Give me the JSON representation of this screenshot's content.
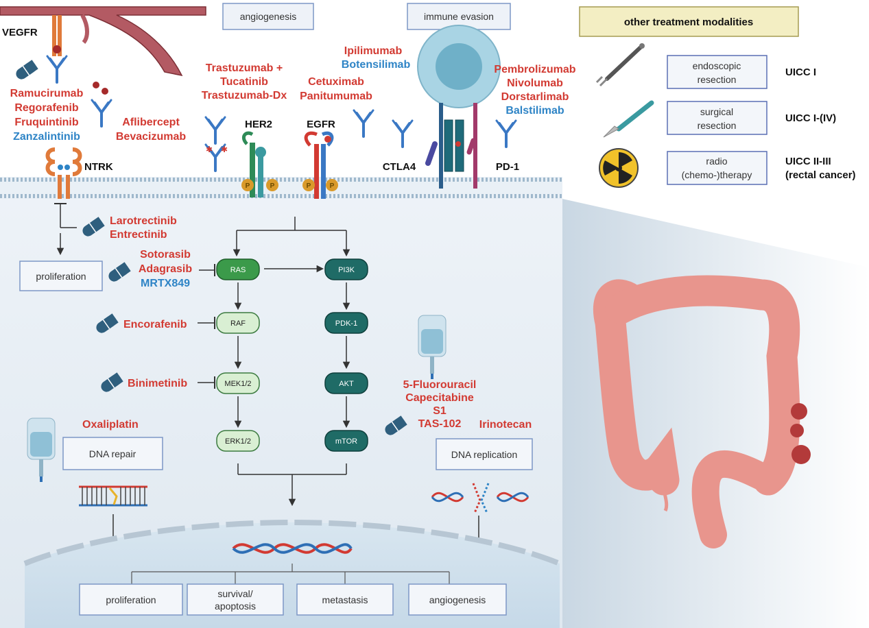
{
  "top_labels": {
    "angiogenesis": "angiogenesis",
    "immune_evasion": "immune evasion",
    "other_modalities": "other treatment modalities"
  },
  "receptors": {
    "vegfr": "VEGFR",
    "her2": "HER2",
    "egfr": "EGFR",
    "ntrk": "NTRK",
    "ctla4": "CTLA4",
    "pd1": "PD-1"
  },
  "phospho_label": "P",
  "drugs": {
    "vegfr_red": [
      "Ramucirumab",
      "Regorafenib",
      "Fruquintinib"
    ],
    "vegfr_blue": "Zanzalintinib",
    "vegf_trap": [
      "Aflibercept",
      "Bevacizumab"
    ],
    "her2": [
      "Trastuzumab +",
      "Tucatinib",
      "Trastuzumab-Dx"
    ],
    "egfr": [
      "Cetuximab",
      "Panitumumab"
    ],
    "ctla4_red": "Ipilimumab",
    "ctla4_blue": "Botensilimab",
    "pd1_red": [
      "Pembrolizumab",
      "Nivolumab",
      "Dorstarlimab"
    ],
    "pd1_blue": "Balstilimab",
    "ntrk": [
      "Larotrectinib",
      "Entrectinib"
    ],
    "ras_red": [
      "Sotorasib",
      "Adagrasib"
    ],
    "ras_blue": "MRTX849",
    "raf": "Encorafenib",
    "mek": "Binimetinib",
    "oxaliplatin": "Oxaliplatin",
    "fluoro": [
      "5-Fluorouracil",
      "Capecitabine",
      "S1",
      "TAS-102"
    ],
    "irinotecan": "Irinotecan"
  },
  "pathway_nodes": {
    "ras": "RAS",
    "raf": "RAF",
    "mek": "MEK1/2",
    "erk": "ERK1/2",
    "pi3k": "PI3K",
    "pdk1": "PDK-1",
    "akt": "AKT",
    "mtor": "mTOR"
  },
  "process_boxes": {
    "proliferation_ntrk": "proliferation",
    "dna_repair": "DNA repair",
    "dna_replication": "DNA replication"
  },
  "outcomes": [
    "proliferation",
    "survival/",
    "apoptosis",
    "metastasis",
    "angiogenesis"
  ],
  "modalities": [
    {
      "line1": "endoscopic",
      "line2": "resection",
      "uicc1": "UICC I",
      "uicc2": "",
      "icon": "endoscope-icon"
    },
    {
      "line1": "surgical",
      "line2": "resection",
      "uicc1": "UICC I-(IV)",
      "uicc2": "",
      "icon": "scalpel-icon"
    },
    {
      "line1": "radio",
      "line2": "(chemo-)therapy",
      "uicc1": "UICC II-III",
      "uicc2": "(rectal cancer)",
      "icon": "radiation-icon"
    }
  ],
  "colors": {
    "drug_red": "#d23a32",
    "drug_blue": "#2e84c6",
    "antibody_blue": "#3a78c4",
    "membrane": "#9fb8cc",
    "cell_bg": "#e6eef5",
    "ras_green": "#3b9a4a",
    "light_green": "#d9efd3",
    "teal": "#1f6b66",
    "box_border": "#6f8fc0",
    "olive_box": "#f3eec3",
    "colon": "#e8958d"
  }
}
